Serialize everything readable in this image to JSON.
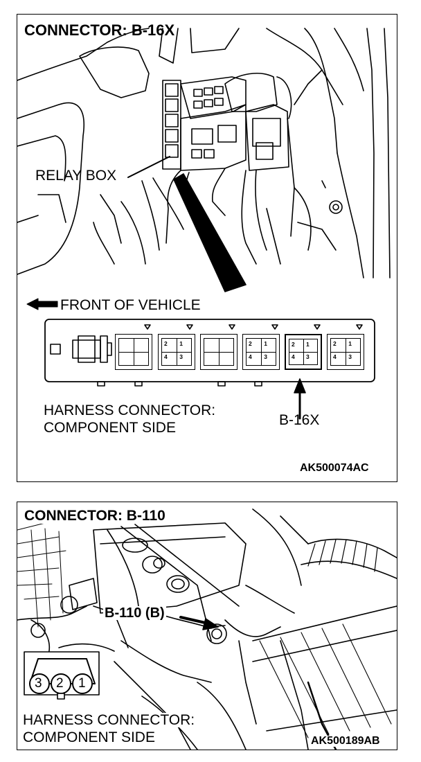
{
  "top": {
    "title": "CONNECTOR: B-16X",
    "relay_box_label": "RELAY BOX",
    "front_label": "FRONT OF VEHICLE",
    "harness_line1": "HARNESS CONNECTOR:",
    "harness_line2": "COMPONENT SIDE",
    "pointer_label": "B-16X",
    "code": "AK500074AC",
    "pins": [
      "2",
      "1",
      "4",
      "3"
    ]
  },
  "bottom": {
    "title": "CONNECTOR: B-110",
    "callout": "B-110 (B)",
    "harness_line1": "HARNESS CONNECTOR:",
    "harness_line2": "COMPONENT SIDE",
    "code": "AK500189AB",
    "pins": [
      "3",
      "2",
      "1"
    ]
  }
}
